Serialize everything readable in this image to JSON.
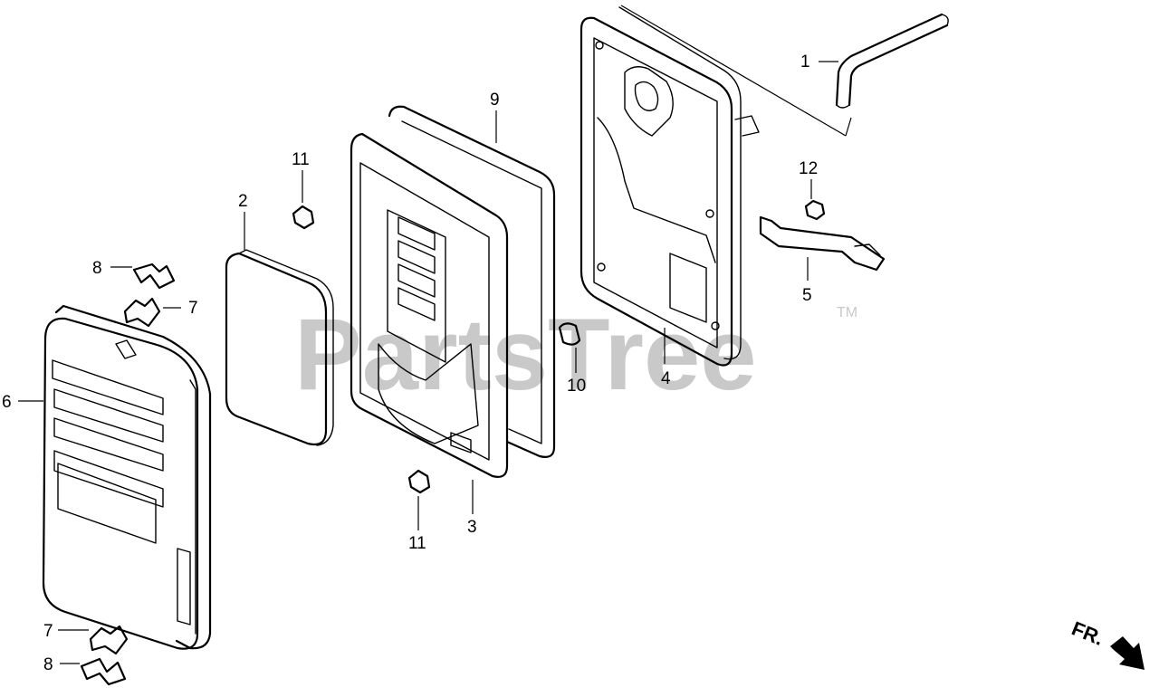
{
  "watermark": {
    "text": "PartsTree",
    "trademark": "TM"
  },
  "front_indicator": "FR.",
  "callouts": {
    "c1": "1",
    "c2": "2",
    "c3": "3",
    "c4": "4",
    "c5": "5",
    "c6": "6",
    "c7a": "7",
    "c7b": "7",
    "c8a": "8",
    "c8b": "8",
    "c9": "9",
    "c10": "10",
    "c11a": "11",
    "c11b": "11",
    "c12": "12"
  }
}
